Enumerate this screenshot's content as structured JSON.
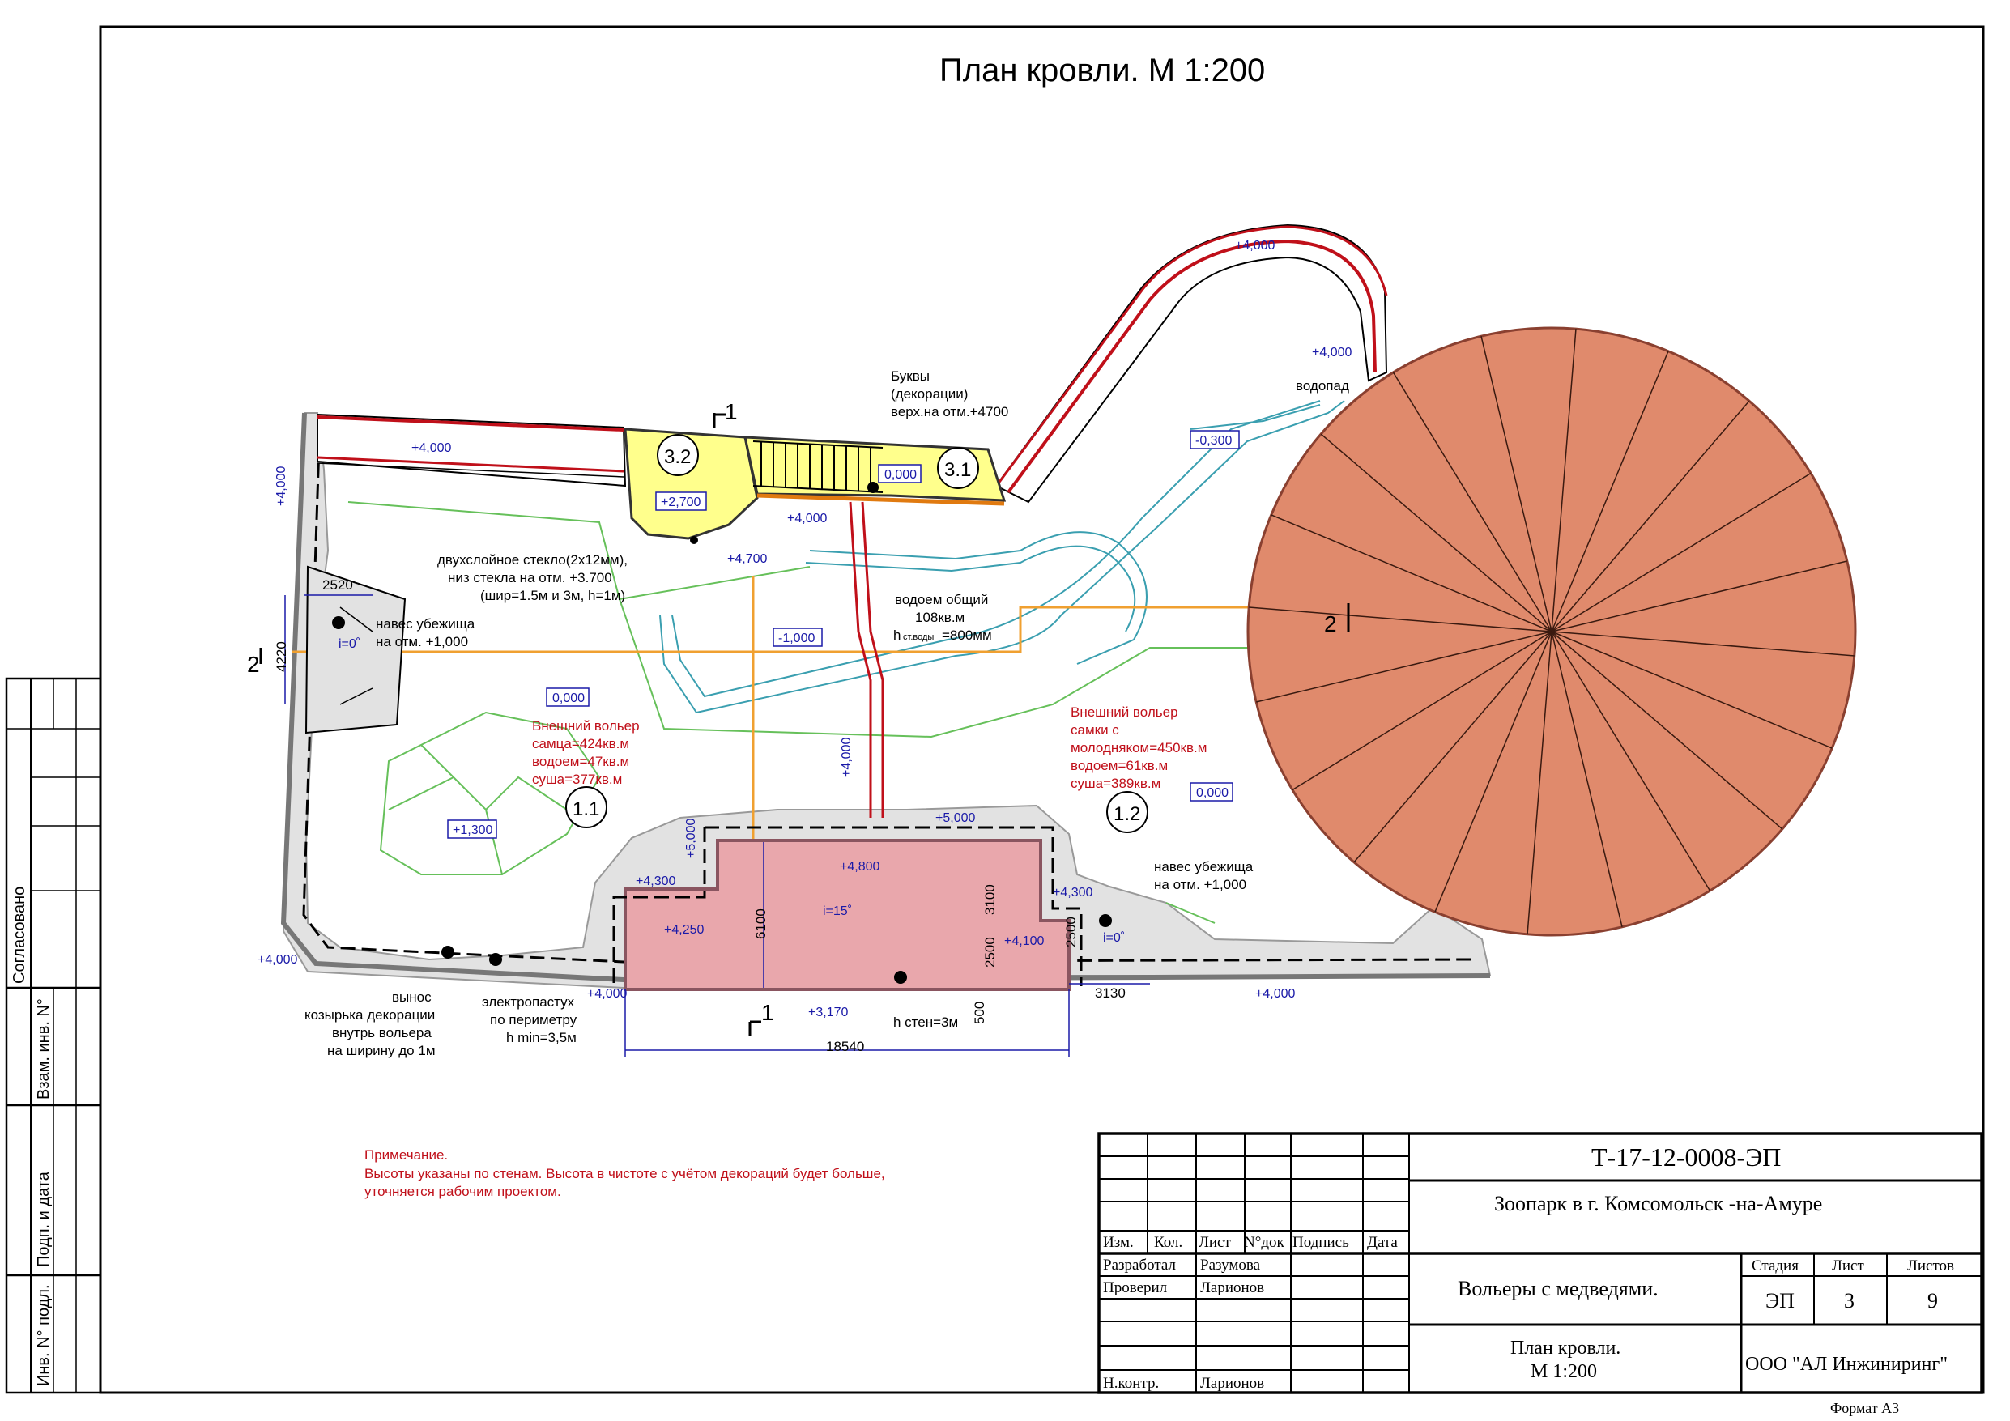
{
  "drawing": {
    "title": "План кровли. М 1:200",
    "section_1_top": "1",
    "section_1_bottom": "1",
    "section_2_left": "2",
    "section_2_right": "2"
  },
  "zones": {
    "z11": "1.1",
    "z12": "1.2",
    "z31": "3.1",
    "z32": "3.2"
  },
  "levels": {
    "l_4000_a": "+4,000",
    "l_4000_b": "+4,000",
    "l_4000_c": "+4,000",
    "l_4000_d": "+4,000",
    "l_4000_e": "+4,000",
    "l_4000_f": "+4,000",
    "l_4000_g": "+4,000",
    "l_4000_h": "+4,000",
    "l_4000_i": "+4,000",
    "l_2700": "+2,700",
    "l_0000_a": "0,000",
    "l_0000_b": "0,000",
    "l_0000_c": "0,000",
    "l_m0300": "-0,300",
    "l_m1000": "-1,000",
    "l_1300": "+1,300",
    "l_4700": "+4,700",
    "l_5000_a": "+5,000",
    "l_5000_b": "+5,000",
    "l_4800": "+4,800",
    "l_4300_a": "+4,300",
    "l_4300_b": "+4,300",
    "l_4250": "+4,250",
    "l_4100": "+4,100",
    "l_3170": "+3,170",
    "slope_main": "i=15˚",
    "slope_left": "i=0˚",
    "slope_right": "i=0˚"
  },
  "dims": {
    "d2520": "2520",
    "d4220": "4220",
    "d6100": "6100",
    "d3100": "3100",
    "d2500_a": "2500",
    "d2500_b": "2500",
    "d500": "500",
    "d3130": "3130",
    "d18540": "18540"
  },
  "notes": {
    "letters_1": "Буквы",
    "letters_2": "(декорации)",
    "letters_3": "верх.на отм.+4700",
    "glass_1": "двухслойное стекло(2х12мм),",
    "glass_2": "низ стекла на отм. +3.700",
    "glass_3": "(шир=1.5м и 3м, h=1м)",
    "waterfall": "водопад",
    "pond_1": "водоем общий",
    "pond_2": "108кв.м",
    "pond_3": "h",
    "pond_3b": "ст.воды",
    "pond_3c": "=800мм",
    "shelter_l1": "навес убежища",
    "shelter_l2": "на отм. +1,000",
    "shelter_r1": "навес убежища",
    "shelter_r2": "на отм. +1,000",
    "male_1": "Внешний вольер",
    "male_2": "самца=424кв.м",
    "male_3": "водоем=47кв.м",
    "male_4": "суша=377кв.м",
    "female_1": "Внешний вольер",
    "female_2": "самки с",
    "female_3": "молодняком=450кв.м",
    "female_4": "водоем=61кв.м",
    "female_5": "суша=389кв.м",
    "canopy_1": "вынос",
    "canopy_2": "козырька декорации",
    "canopy_3": "внутрь вольера",
    "canopy_4": "на ширину до 1м",
    "fence_1": "электропастух",
    "fence_2": "по периметру",
    "fence_3": "h min=3,5м",
    "wall_h": "h стен=3м",
    "remark_1": "Примечание.",
    "remark_2": "Высоты указаны по стенам. Высота в чистоте с учётом декораций будет больше,",
    "remark_3": "уточняется рабочим проектом."
  },
  "side_stamp": {
    "agreed": "Согласовано",
    "inv_replace": "Взам. инв. N°",
    "sign_date": "Подп. и дата",
    "inv_orig": "Инв. N° подл."
  },
  "title_block": {
    "code": "Т-17-12-0008-ЭП",
    "project": "Зоопарк  в г.  Комсомольск -на-Амуре",
    "object": "Вольеры с медведями.",
    "sheet_title_1": "План кровли.",
    "sheet_title_2": "М 1:200",
    "company": "ООО \"АЛ Инжиниринг\"",
    "col_izm": "Изм.",
    "col_kol": "Кол.",
    "col_list": "Лист",
    "col_ndok": "N°док",
    "col_podpis": "Подпись",
    "col_data": "Дата",
    "stage_h": "Стадия",
    "sheet_h": "Лист",
    "sheets_h": "Листов",
    "stage": "ЭП",
    "sheet": "3",
    "sheets": "9",
    "role_dev": "Разработал",
    "role_check": "Проверил",
    "role_norm": "Н.контр.",
    "name_dev": "Разумова",
    "name_check": "Ларионов",
    "name_norm": "Ларионов",
    "format": "Формат А3"
  }
}
